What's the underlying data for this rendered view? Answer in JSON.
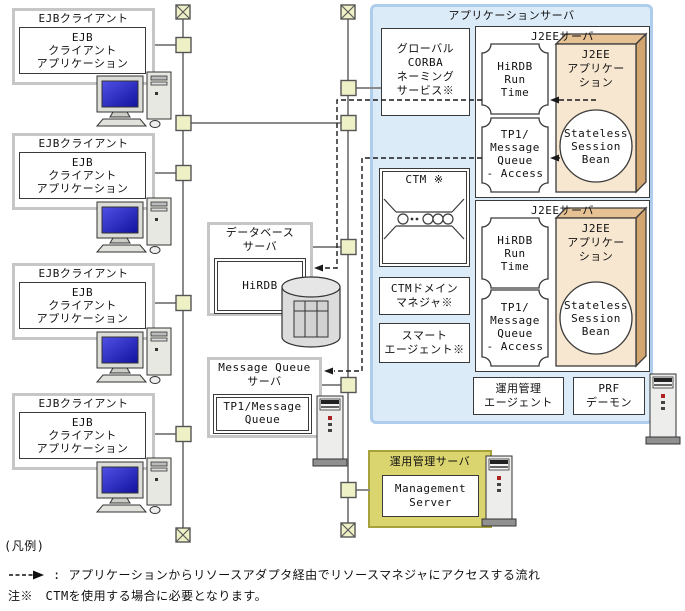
{
  "ejb_client": {
    "title": "EJBクライアント",
    "app": "EJB\nクライアント\nアプリケーション"
  },
  "app_server": {
    "title": "アプリケーションサーバ",
    "naming": "グローバル\nCORBA\nネーミング\nサービス※",
    "ctm": "CTM ※",
    "ctm_domain": "CTMドメイン\nマネジャ※",
    "smart_agent": "スマート\nエージェント※",
    "ops_agent": "運用管理\nエージェント",
    "prf": "PRF\nデーモン"
  },
  "j2ee_server": {
    "title": "J2EEサーバ",
    "hirdb_rt": "HiRDB\nRun\nTime",
    "tp1_mq": "TP1/\nMessage\nQueue\n- Access",
    "app": "J2EE\nアプリケー\nション",
    "bean": "Stateless\nSession\nBean"
  },
  "db_server": {
    "title": "データベース\nサーバ",
    "product": "HiRDB"
  },
  "mq_server": {
    "title": "Message Queue\nサーバ",
    "product": "TP1/Message\nQueue"
  },
  "mgmt_server": {
    "title": "運用管理サーバ",
    "product": "Management\nServer"
  },
  "legend": {
    "heading": "(凡例)",
    "flow": ": アプリケーションからリソースアダプタ経由でリソースマネジャにアクセスする流れ",
    "note": "注※　CTMを使用する場合に必要となります。"
  },
  "icons": {
    "terminator": "x-terminator-icon",
    "connector": "network-node-square",
    "client_machine": "desktop-computer-icon",
    "server_machine": "server-tower-icon",
    "database": "database-cylinder-icon",
    "ctm_queue": "queue-icon",
    "flow_arrow": "dashed-arrow-icon"
  },
  "colors": {
    "app_server_bg": "#dcebf8",
    "app_server_border": "#aecdec",
    "mgmt_bg": "#dbd56f",
    "j2ee_app_bg": "#f8e7d0",
    "connector_bg": "#eef0c6",
    "screen_blue": "#2a2ac8"
  }
}
